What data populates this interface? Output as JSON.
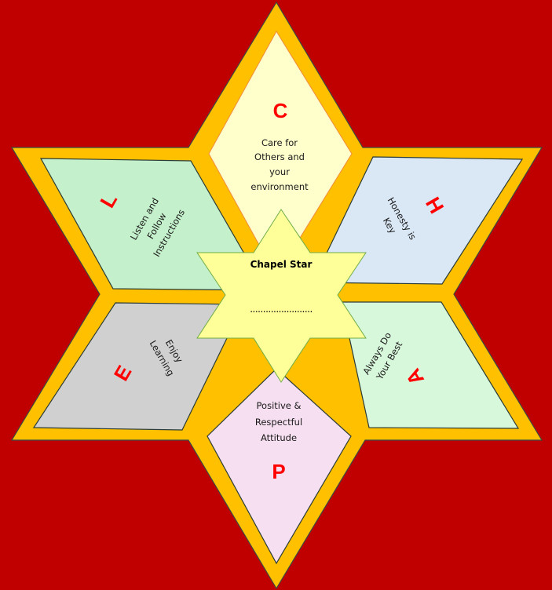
{
  "colors": {
    "background": "#C00000",
    "star_border": "#FFC000",
    "letter": "#FF0000",
    "center_star": "#FFFF99"
  },
  "center_star": {
    "title": "Chapel Star",
    "blank_line": "........................"
  },
  "points": [
    {
      "id": "C",
      "letter": "C",
      "lines": [
        "Care for",
        "Others and",
        "your",
        "environment"
      ],
      "fill": "#FFFFCC"
    },
    {
      "id": "H",
      "letter": "H",
      "lines": [
        "Honesty is",
        "Key"
      ],
      "fill": "#DAE8F6"
    },
    {
      "id": "A",
      "letter": "A",
      "lines": [
        "Always Do",
        "Your Best"
      ],
      "fill": "#D8F8DC"
    },
    {
      "id": "P",
      "letter": "P",
      "lines": [
        "Positive &",
        "Respectful",
        "Attitude"
      ],
      "fill": "#F5DFF0"
    },
    {
      "id": "E",
      "letter": "E",
      "lines": [
        "Enjoy",
        "Learning"
      ],
      "fill": "#D0D0D0"
    },
    {
      "id": "L",
      "letter": "L",
      "lines": [
        "Listen and",
        "Follow",
        "Instructions"
      ],
      "fill": "#C4F0CB"
    }
  ]
}
